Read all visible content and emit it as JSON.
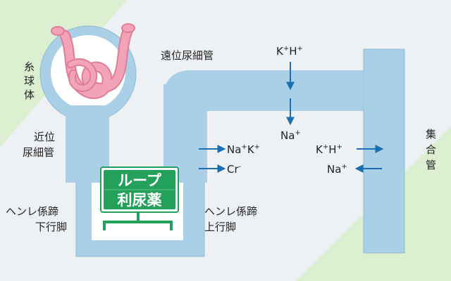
{
  "labels": {
    "glomerulus": [
      "糸",
      "球",
      "体"
    ],
    "proximal": [
      "近位",
      "尿細管"
    ],
    "distal": "遠位尿細管",
    "collecting": [
      "集",
      "合",
      "管"
    ],
    "descending": [
      "ヘンレ係蹄",
      "下行脚"
    ],
    "ascending": [
      "ヘンレ係蹄",
      "上行脚"
    ]
  },
  "ions": {
    "distal_top": {
      "a": "K",
      "b": "H",
      "sign": "+"
    },
    "distal_na": {
      "base": "Na",
      "sign": "+"
    },
    "asc_nak": {
      "a": "Na",
      "b": "K",
      "sign": "+"
    },
    "asc_cl": {
      "base": "Cr",
      "sign": "-"
    },
    "coll_kh": {
      "a": "K",
      "b": "H",
      "sign": "+"
    },
    "coll_na": {
      "base": "Na",
      "sign": "+"
    }
  },
  "badge": {
    "line1": "ループ",
    "line2": "利尿薬"
  },
  "colors": {
    "tube_fill": "#a9d0e6",
    "tube_stroke": "#8fbad4",
    "arrow": "#1d6fb3",
    "badge": "#23a05a",
    "glomerulus": "#f2a3b8",
    "accent_green": "#dcefd0"
  }
}
